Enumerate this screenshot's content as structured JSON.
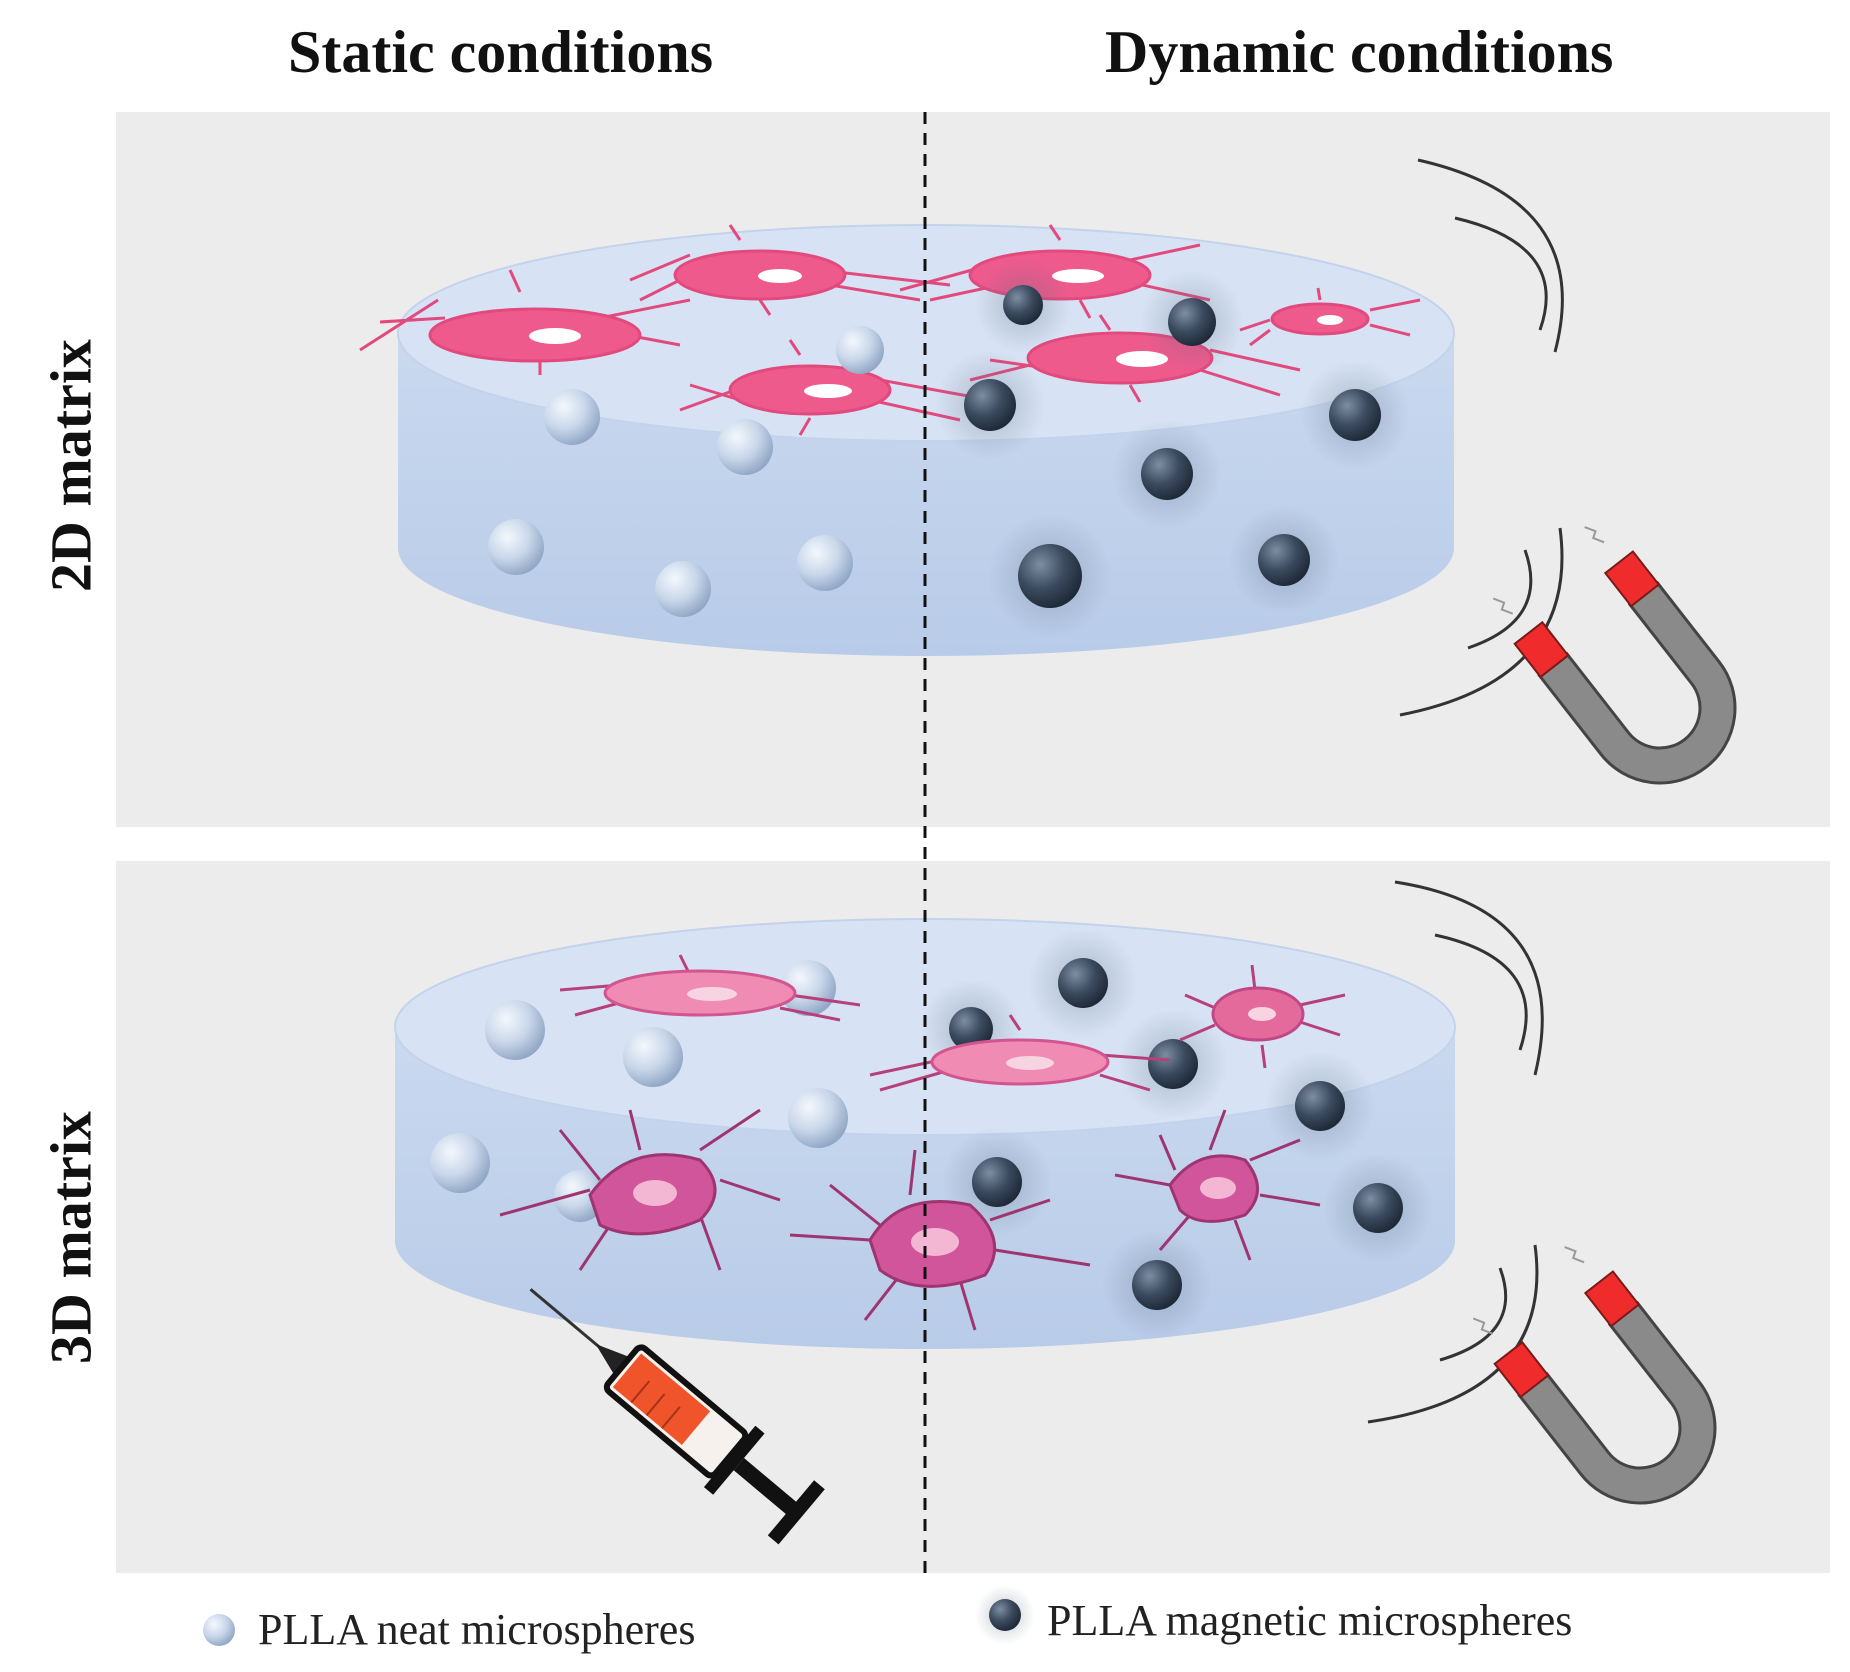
{
  "columns": {
    "left": "Static conditions",
    "right": "Dynamic conditions"
  },
  "rows": {
    "top": "2D matrix",
    "bottom": "3D matrix"
  },
  "legend": {
    "neat": "PLLA neat microspheres",
    "magnetic": "PLLA magnetic microspheres"
  },
  "colors": {
    "panel_background": "#ececec",
    "matrix_body": "#c3d4ee",
    "matrix_top": "#d6e2f3",
    "cell_pink_2d": "#ef5a8c",
    "cell_pink_3d": "#d2558f",
    "neat_sphere": "#c9d7ea",
    "magnetic_sphere": "#3b4a5e",
    "magnet_red": "#ef2b2b",
    "magnet_gray": "#8a8a8a",
    "syringe_fluid": "#f0542a"
  },
  "icons": [
    "magnet-icon",
    "syringe-icon",
    "magnetic-field-wave-icon"
  ]
}
